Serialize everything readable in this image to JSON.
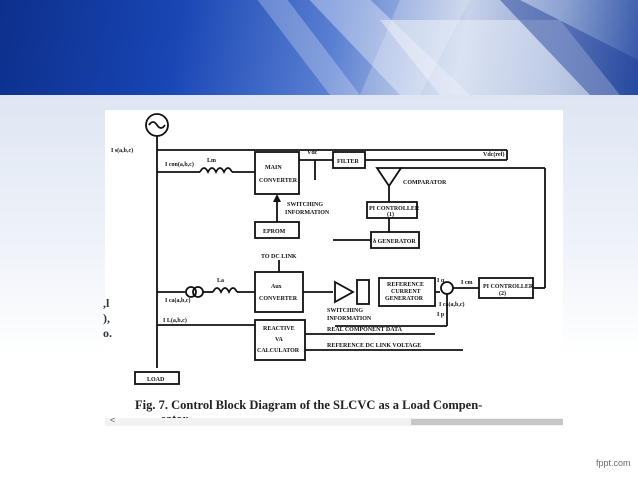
{
  "caption": {
    "label": "Fig. 7.",
    "text": "Control Block Diagram of the SLCVC as a Load Compen-",
    "continuation": "sator."
  },
  "diagram": {
    "i_source": "I s(a,b,c)",
    "i_conv_main": "I con(a,b,c)",
    "l_main": "Lm",
    "main_converter": [
      "MAIN",
      "CONVERTER"
    ],
    "vdc": "Vdc",
    "filter": "FILTER",
    "vdc_ref": "Vdc(ref)",
    "comparator": "COMPARATOR",
    "switching_info_1": [
      "SWITCHING",
      "INFORMATION"
    ],
    "pi_controller_1": [
      "PI CONTROLLER",
      "(1)"
    ],
    "eprom": "EPROM",
    "angle_generator": "δ GENERATOR",
    "to_dc_link": "TO DC LINK",
    "l_aux": "La",
    "i_conv_aux": "I ca(a,b,c)",
    "aux_converter": [
      "Aux",
      "CONVERTER"
    ],
    "reference_generator": [
      "REFERENCE",
      "CURRENT",
      "GENERATOR"
    ],
    "i_ref_abc": "I ca(a,b,c)",
    "pi_controller_2": [
      "PI CONTROLLER",
      "(2)"
    ],
    "i_cm": "I cm",
    "i_q": "I q",
    "i_p": "I p",
    "switching_info_2": [
      "SWITCHING",
      "INFORMATION"
    ],
    "i_load": "I L(a,b,c)",
    "reactive_calculator": [
      "REACTIVE",
      "VA",
      "CALCULATOR"
    ],
    "real_component_data": "REAL COMPONENT DATA",
    "reference_dc_link_voltage": "REFERENCE DC LINK VOLTAGE",
    "load": "LOAD"
  },
  "edge_text": [
    ",l",
    "),",
    "o."
  ],
  "scroll_arrow": "<",
  "branding": "fppt.com",
  "colors": {
    "banner": "#1846b4",
    "band": "#e6ecf6"
  }
}
